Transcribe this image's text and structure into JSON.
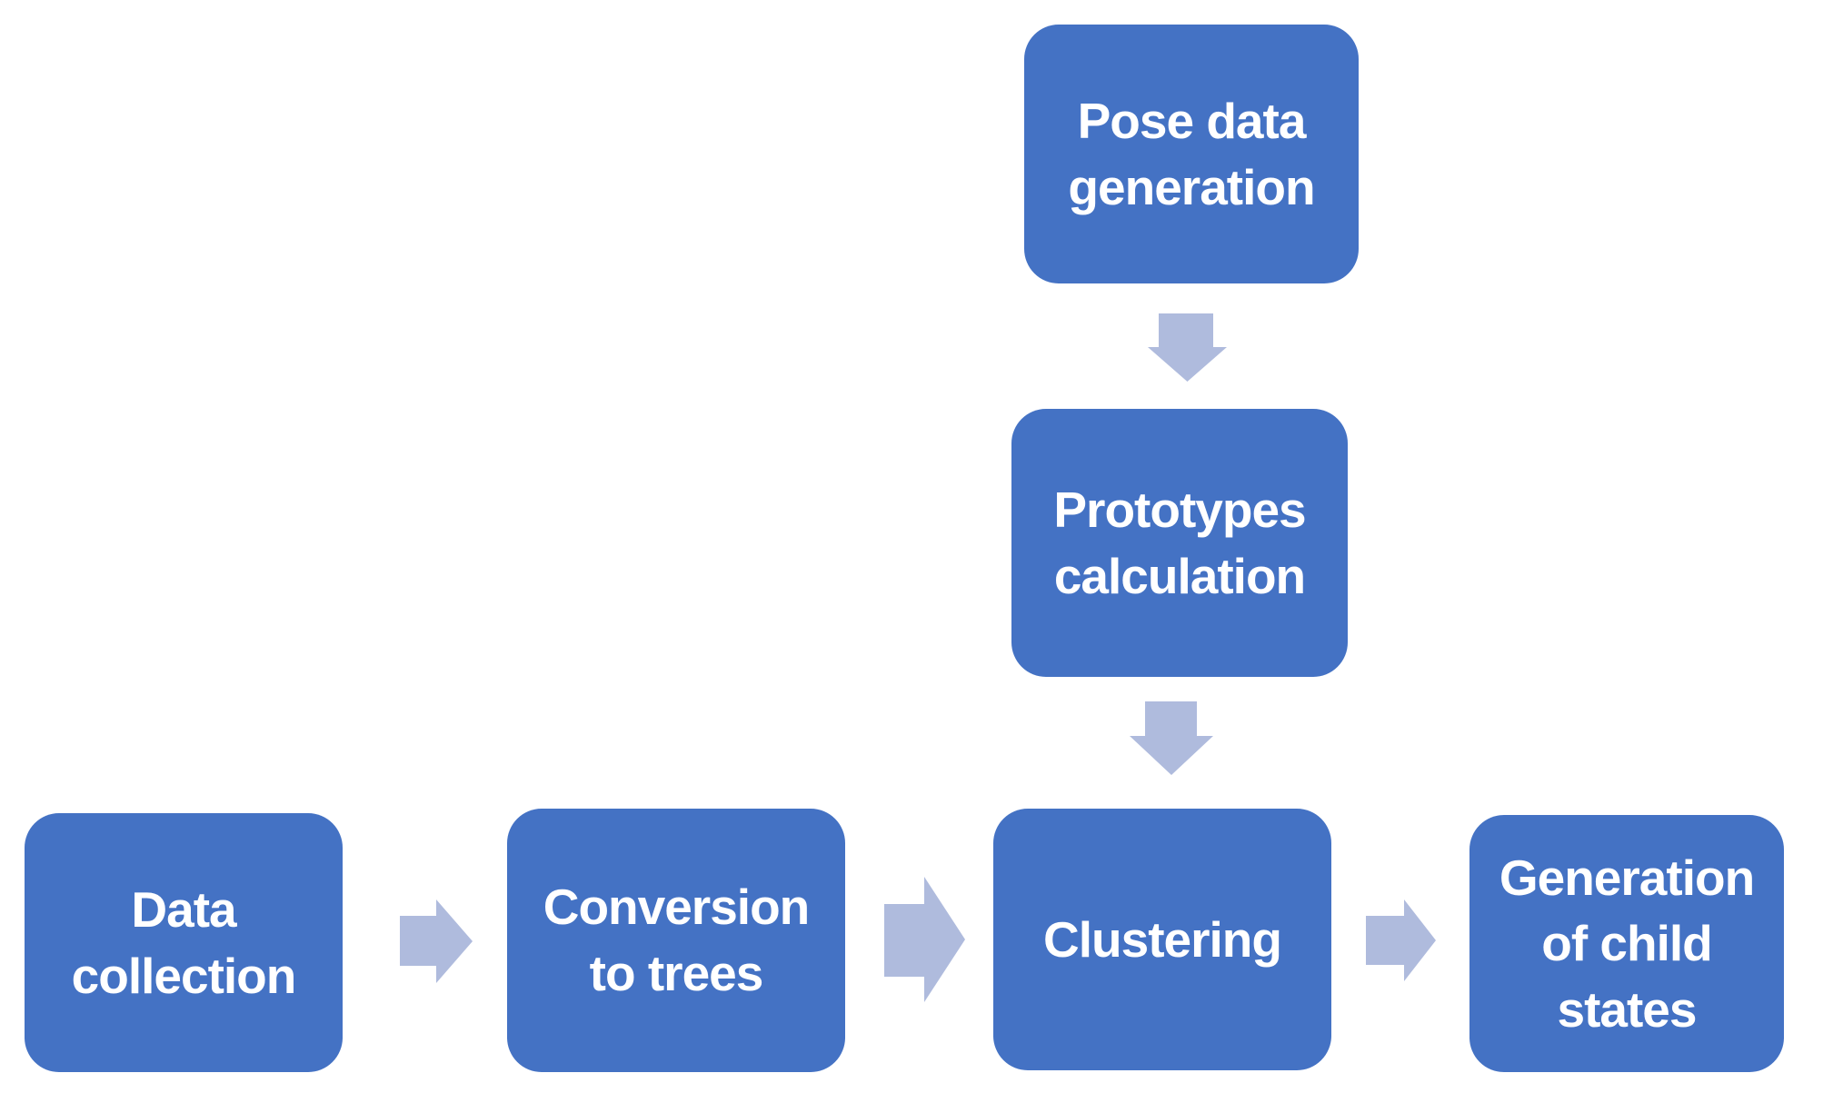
{
  "colors": {
    "box_fill": "#4472C4",
    "box_text": "#FFFFFF",
    "arrow_fill": "#AFBBDD",
    "background": "#FFFFFF"
  },
  "diagram": {
    "type": "flowchart",
    "nodes": [
      {
        "id": "pose-data-generation",
        "label": "Pose data\ngeneration"
      },
      {
        "id": "prototypes-calculation",
        "label": "Prototypes\ncalculation"
      },
      {
        "id": "clustering",
        "label": "Clustering"
      },
      {
        "id": "data-collection",
        "label": "Data\ncollection"
      },
      {
        "id": "conversion-to-trees",
        "label": "Conversion\nto trees"
      },
      {
        "id": "generation-of-child-states",
        "label": "Generation\nof child\nstates"
      }
    ],
    "edges": [
      {
        "from": "pose-data-generation",
        "to": "prototypes-calculation",
        "direction": "down"
      },
      {
        "from": "prototypes-calculation",
        "to": "clustering",
        "direction": "down"
      },
      {
        "from": "data-collection",
        "to": "conversion-to-trees",
        "direction": "right"
      },
      {
        "from": "conversion-to-trees",
        "to": "clustering",
        "direction": "right"
      },
      {
        "from": "clustering",
        "to": "generation-of-child-states",
        "direction": "right"
      }
    ]
  }
}
